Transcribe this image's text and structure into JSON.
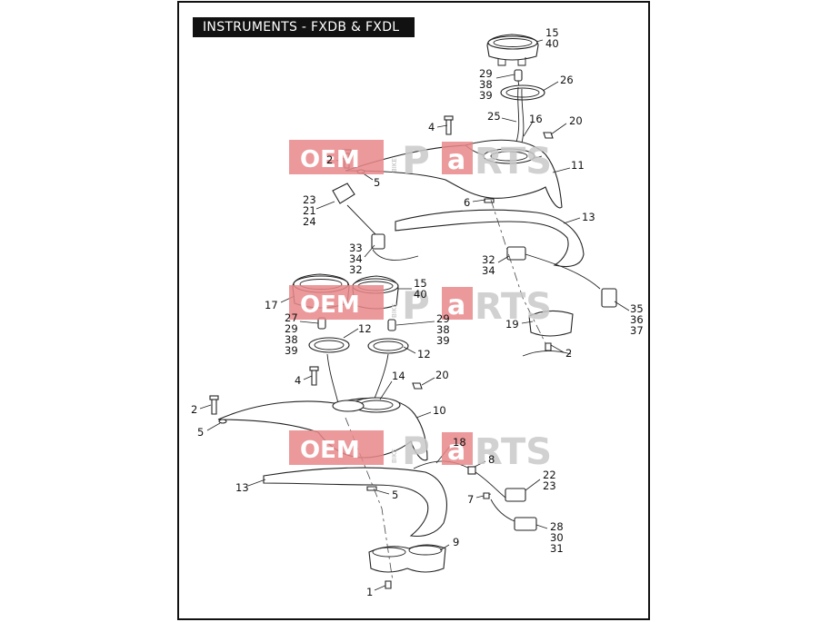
{
  "title": "INSTRUMENTS - FXDB & FXDL",
  "watermark": {
    "brand": "OEM",
    "vertical": "BIKE",
    "mark_a": "P",
    "mark_b": "a",
    "mark_c": "RTS"
  },
  "callouts": [
    {
      "id": "c-15-top",
      "label": "15"
    },
    {
      "id": "c-40-top",
      "label": "40"
    },
    {
      "id": "c-29-top",
      "label": "29"
    },
    {
      "id": "c-38-top",
      "label": "38"
    },
    {
      "id": "c-39-top",
      "label": "39"
    },
    {
      "id": "c-26",
      "label": "26"
    },
    {
      "id": "c-25",
      "label": "25"
    },
    {
      "id": "c-16",
      "label": "16"
    },
    {
      "id": "c-20-top",
      "label": "20"
    },
    {
      "id": "c-4-top",
      "label": "4"
    },
    {
      "id": "c-2-top",
      "label": "2"
    },
    {
      "id": "c-5-top",
      "label": "5"
    },
    {
      "id": "c-11",
      "label": "11"
    },
    {
      "id": "c-6",
      "label": "6"
    },
    {
      "id": "c-13-top",
      "label": "13"
    },
    {
      "id": "c-23-top",
      "label": "23"
    },
    {
      "id": "c-21",
      "label": "21"
    },
    {
      "id": "c-24",
      "label": "24"
    },
    {
      "id": "c-33",
      "label": "33"
    },
    {
      "id": "c-34-left",
      "label": "34"
    },
    {
      "id": "c-32-left",
      "label": "32"
    },
    {
      "id": "c-32-right",
      "label": "32"
    },
    {
      "id": "c-34-right",
      "label": "34"
    },
    {
      "id": "c-35",
      "label": "35"
    },
    {
      "id": "c-36",
      "label": "36"
    },
    {
      "id": "c-37",
      "label": "37"
    },
    {
      "id": "c-19",
      "label": "19"
    },
    {
      "id": "c-2-right",
      "label": "2"
    },
    {
      "id": "c-15-mid",
      "label": "15"
    },
    {
      "id": "c-40-mid",
      "label": "40"
    },
    {
      "id": "c-17",
      "label": "17"
    },
    {
      "id": "c-27",
      "label": "27"
    },
    {
      "id": "c-29-left",
      "label": "29"
    },
    {
      "id": "c-38-left",
      "label": "38"
    },
    {
      "id": "c-39-left",
      "label": "39"
    },
    {
      "id": "c-12-left",
      "label": "12"
    },
    {
      "id": "c-29-mid",
      "label": "29"
    },
    {
      "id": "c-38-mid",
      "label": "38"
    },
    {
      "id": "c-39-mid",
      "label": "39"
    },
    {
      "id": "c-12-right",
      "label": "12"
    },
    {
      "id": "c-4-mid",
      "label": "4"
    },
    {
      "id": "c-14",
      "label": "14"
    },
    {
      "id": "c-20-mid",
      "label": "20"
    },
    {
      "id": "c-2-left",
      "label": "2"
    },
    {
      "id": "c-5-left",
      "label": "5"
    },
    {
      "id": "c-10",
      "label": "10"
    },
    {
      "id": "c-18",
      "label": "18"
    },
    {
      "id": "c-8",
      "label": "8"
    },
    {
      "id": "c-13-bottom",
      "label": "13"
    },
    {
      "id": "c-5-bottom",
      "label": "5"
    },
    {
      "id": "c-22",
      "label": "22"
    },
    {
      "id": "c-23-bottom",
      "label": "23"
    },
    {
      "id": "c-7",
      "label": "7"
    },
    {
      "id": "c-28",
      "label": "28"
    },
    {
      "id": "c-30",
      "label": "30"
    },
    {
      "id": "c-31",
      "label": "31"
    },
    {
      "id": "c-9",
      "label": "9"
    },
    {
      "id": "c-1",
      "label": "1"
    }
  ]
}
